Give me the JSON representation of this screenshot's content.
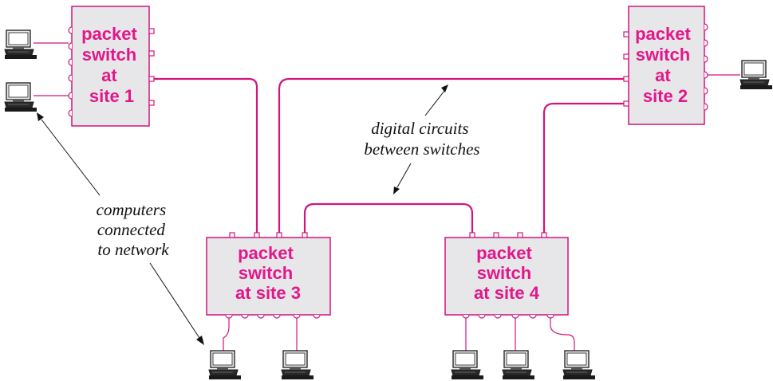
{
  "switches": {
    "site1": {
      "lines": [
        "packet",
        "switch",
        "at",
        "site 1"
      ]
    },
    "site2": {
      "lines": [
        "packet",
        "switch",
        "at",
        "site 2"
      ]
    },
    "site3": {
      "lines": [
        "packet",
        "switch",
        "at site 3"
      ]
    },
    "site4": {
      "lines": [
        "packet",
        "switch",
        "at site 4"
      ]
    }
  },
  "annotations": {
    "computers": {
      "lines": [
        "computers",
        "connected",
        "to network"
      ]
    },
    "circuits": {
      "lines": [
        "digital circuits",
        "between switches"
      ]
    }
  },
  "colors": {
    "accent": "#d4147e",
    "label_text": "#e3178a",
    "box_fill": "#e7e7e9"
  },
  "icons": [
    "computer-icon"
  ]
}
